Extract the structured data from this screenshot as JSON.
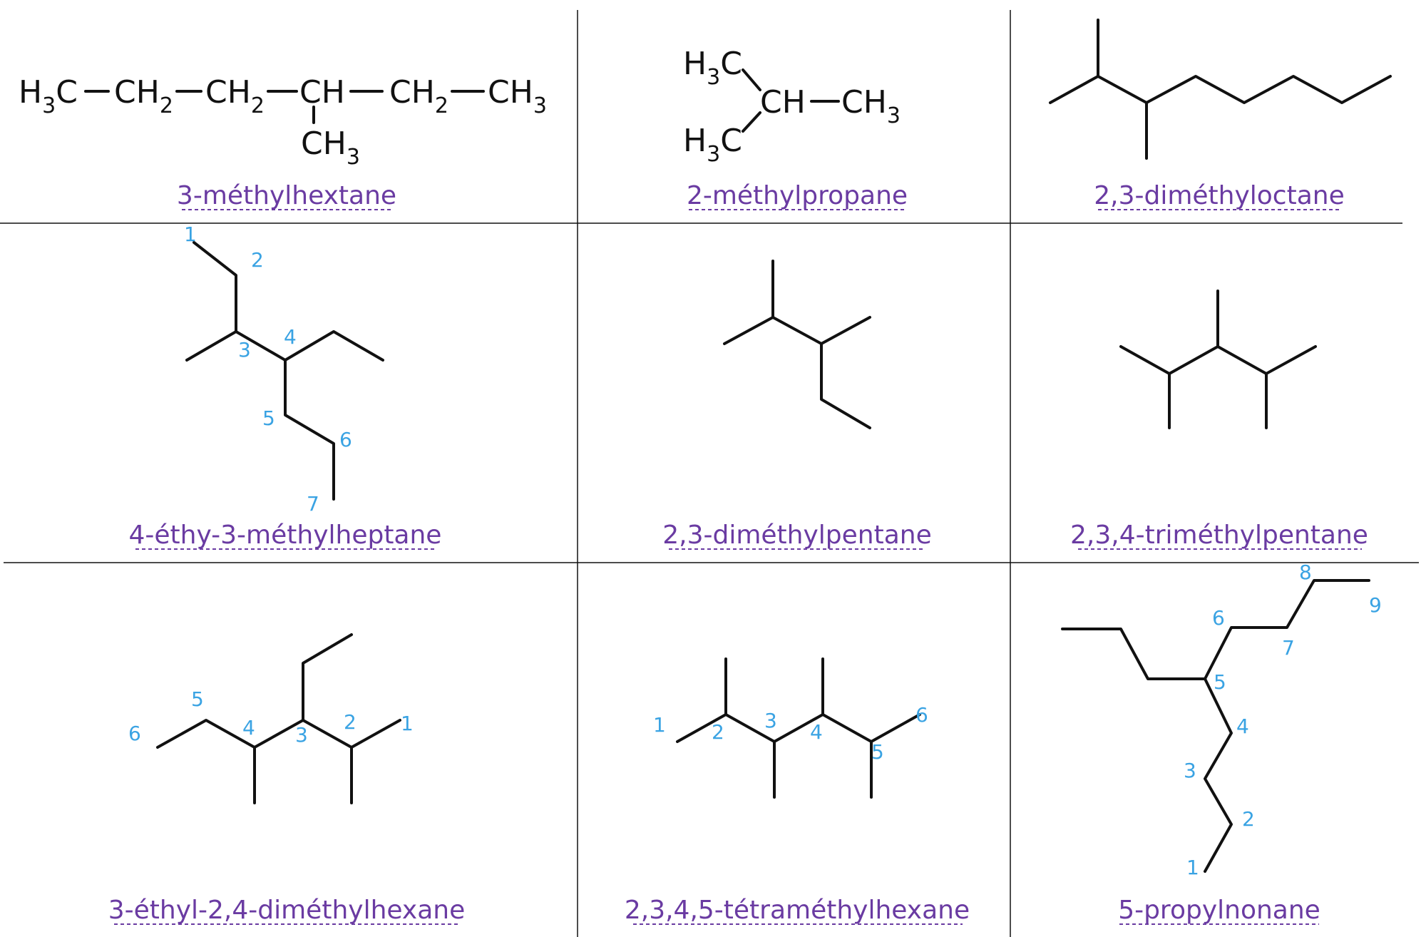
{
  "captions": [
    "3-méthylhextane",
    "2-méthylpropane",
    "2,3-diméthyloctane",
    "4-éthy-3-méthylheptane",
    "2,3-diméthylpentane",
    "2,3,4-triméthylpentane",
    "3-éthyl-2,4-diméthylhexane",
    "2,3,4,5-tétraméthylhexane",
    "5-propylnonane"
  ],
  "formula_1": {
    "c1": "H",
    "c1_sub": "3",
    "c1_tail": "C",
    "c2": "CH",
    "c2_sub": "2",
    "c3": "CH",
    "c3_sub": "2",
    "c4": "CH",
    "c5": "CH",
    "c5_sub": "2",
    "c6": "CH",
    "c6_sub": "3",
    "branch": "CH",
    "branch_sub": "3"
  },
  "formula_2": {
    "top": "H",
    "top_sub": "3",
    "top_tail": "C",
    "bottom": "H",
    "bottom_sub": "3",
    "bottom_tail": "C",
    "center": "CH",
    "right": "CH",
    "right_sub": "3"
  },
  "numbering": {
    "heptane": [
      "1",
      "2",
      "3",
      "4",
      "5",
      "6",
      "7"
    ],
    "hexane_a": [
      "1",
      "2",
      "3",
      "4",
      "5",
      "6"
    ],
    "hexane_b": [
      "1",
      "2",
      "3",
      "4",
      "5",
      "6"
    ],
    "nonane": [
      "1",
      "2",
      "3",
      "4",
      "5",
      "6",
      "7",
      "8",
      "9"
    ]
  },
  "colors": {
    "bond": "#111111",
    "number": "#3aa3e3",
    "caption": "#6a3ba2"
  }
}
